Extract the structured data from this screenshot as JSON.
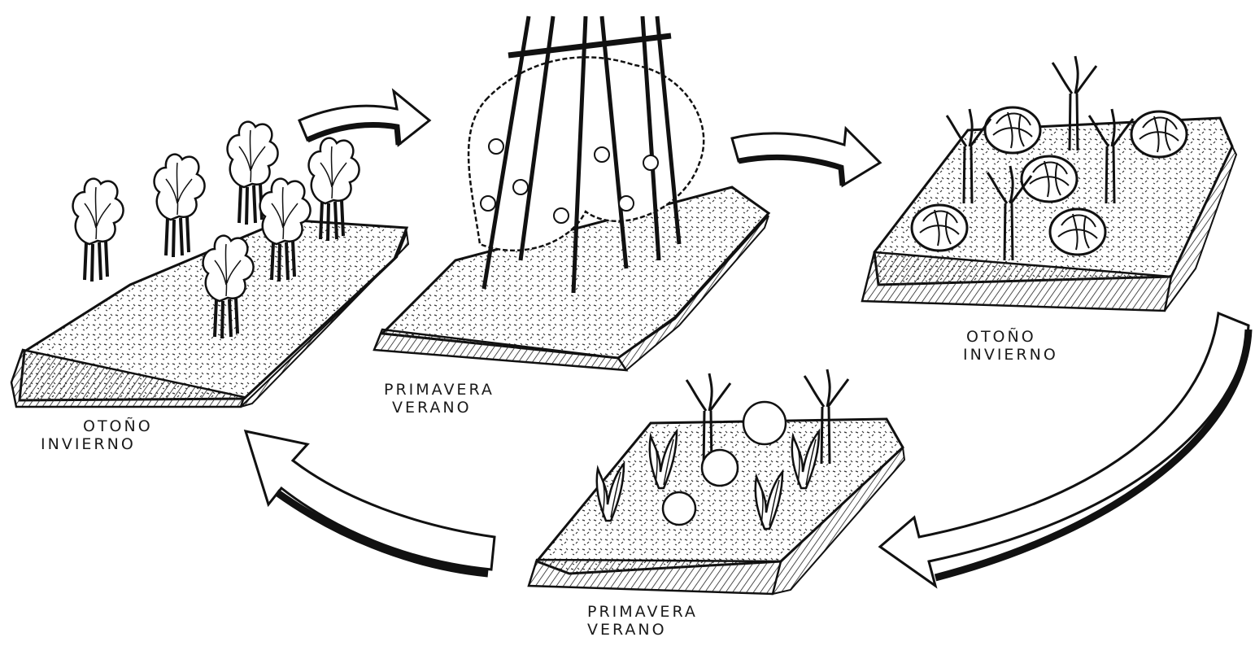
{
  "colors": {
    "ink": "#111111",
    "paper": "#ffffff",
    "soil": "#3a3a3a"
  },
  "beds": [
    {
      "id": "bed1",
      "label_line1": "OTOÑO",
      "label_line2": "INVIERNO"
    },
    {
      "id": "bed2",
      "label_line1": "PRIMAVERA",
      "label_line2": "VERANO"
    },
    {
      "id": "bed3",
      "label_line1": "OTOÑO",
      "label_line2": "INVIERNO"
    },
    {
      "id": "bed4",
      "label_line1": "PRIMAVERA",
      "label_line2": "VERANO"
    }
  ],
  "icons": [
    "leafy-plant-icon",
    "bean-trellis-icon",
    "cabbage-icon",
    "leek-icon",
    "lettuce-icon",
    "cycle-arrow-icon"
  ]
}
